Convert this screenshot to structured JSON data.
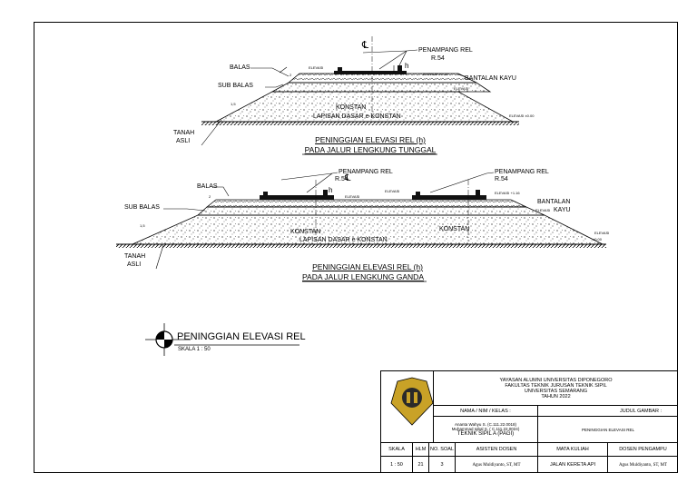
{
  "top_section": {
    "title_line1": "PENINGGIAN ELEVASI REL (h)",
    "title_line2": "PADA JALUR LENGKUNG TUNGGAL",
    "cl_symbol": "℄",
    "penampang_rel": "PENAMPANG REL",
    "rel_type": "R.54",
    "h_mark": "h",
    "balas": "BALAS",
    "sub_balas": "SUB BALAS",
    "elevasi_small": "ELEVASI",
    "elevasi_116": "ELEVASI +1.16",
    "bantalan_kayu": "BANTALAN KAYU",
    "elevasi_mid": "ELEVASI",
    "konstan": "KONSTAN",
    "lapisan": "LAPISAN DASAR  e KONSTAN",
    "elevasi_000": "ELEVASI ±0.00",
    "slope_2": "2",
    "slope_15": "1,5",
    "tanah": "TANAH",
    "asli": "ASLI"
  },
  "bottom_section": {
    "title_line1": "PENINGGIAN ELEVASI REL (h)",
    "title_line2": "PADA JALUR LENGKUNG GANDA",
    "penampang_rel_left": "PENAMPANG REL",
    "rel_left": "R.54",
    "penampang_rel_right": "PENAMPANG REL",
    "rel_right": "R.54",
    "cl_symbol": "℄",
    "h_mark": "h",
    "balas": "BALAS",
    "sub_balas": "SUB BALAS",
    "elevasi_left": "ELEVASI",
    "elevasi_center": "ELEVASI",
    "elevasi_116": "ELEVASI +1.16",
    "bantalan": "BANTALAN",
    "elevasi_kayu": "ELEVASI",
    "kayu": "KAYU",
    "konstan_left": "KONSTAN",
    "konstan_right": "KONSTAN",
    "lapisan": "LAPISAN DASAR  e KONSTAN",
    "elevasi_right": "ELEVASI",
    "elevasi_000": "±0.00",
    "slope_2": "2",
    "slope_15": "1,5",
    "tanah": "TANAH",
    "asli": "ASLI"
  },
  "legend": {
    "title": "PENINGGIAN ELEVASI REL",
    "scale": "SKALA 1 : 50"
  },
  "title_block": {
    "institution": [
      "YAYASAN ALUMNI UNIVERSITAS DIPONEGORO",
      "FAKULTAS TEKNIK JURUSAN TEKNIK SIPIL",
      "UNIVERSITAS SEMARANG",
      "TAHUN 2022"
    ],
    "nama_label": "NAMA / NIM / KELAS    :",
    "judul_label": "JUDUL GAMBAR    :",
    "student1": "Ananta Wahyu S.    (C.111.22.0018)",
    "student2": "Muhammad Iqbal S. ( C.111.22.0024)",
    "kelas": "TEKNIK SIPIL A (PAGI)",
    "judul_value": "PENINGGIAN ELEVASI REL",
    "headers": [
      "SKALA",
      "HLM",
      "NO. SOAL",
      "ASISTEN DOSEN",
      "MATA KULIAH",
      "DOSEN PENGAMPU"
    ],
    "values": [
      "1 : 50",
      "21",
      "3",
      "Agus Muldiyanto, ST, MT",
      "JALAN KERETA API",
      "Agus Muldiyanto, ST, MT"
    ]
  },
  "colors": {
    "line": "#000000",
    "fill_dark": "#1a1a1a",
    "logo_gold": "#c9a227"
  }
}
